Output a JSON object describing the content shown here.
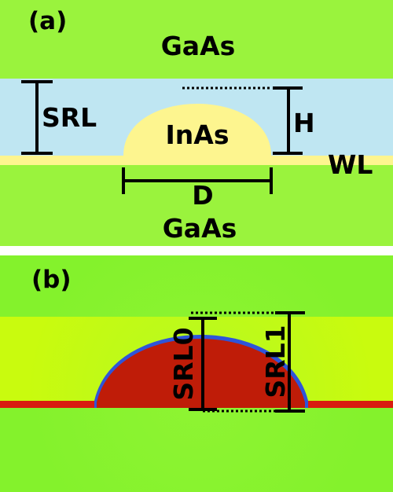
{
  "panels": {
    "a": {
      "tag": "(a)",
      "top_material": "GaAs",
      "bottom_material": "GaAs",
      "dot_material": "InAs",
      "srl_label": "SRL",
      "height_label": "H",
      "wetting_layer_label": "WL",
      "diameter_label": "D",
      "colors": {
        "gaas": "#9af33d",
        "srl": "#bfe6f2",
        "inas": "#fdf58f",
        "wl": "#fdf58f",
        "annotation": "#000000"
      }
    },
    "b": {
      "tag": "(b)",
      "srl0_label": "SRL0",
      "srl1_label": "SRL1",
      "colors": {
        "gaas": "#84f22c",
        "srl": "#c9fb0e",
        "dot": "#bf1c08",
        "wl": "#d81d10",
        "cap": "#2e55d9",
        "annotation": "#000000"
      }
    }
  },
  "separator_color": "#ffffff"
}
